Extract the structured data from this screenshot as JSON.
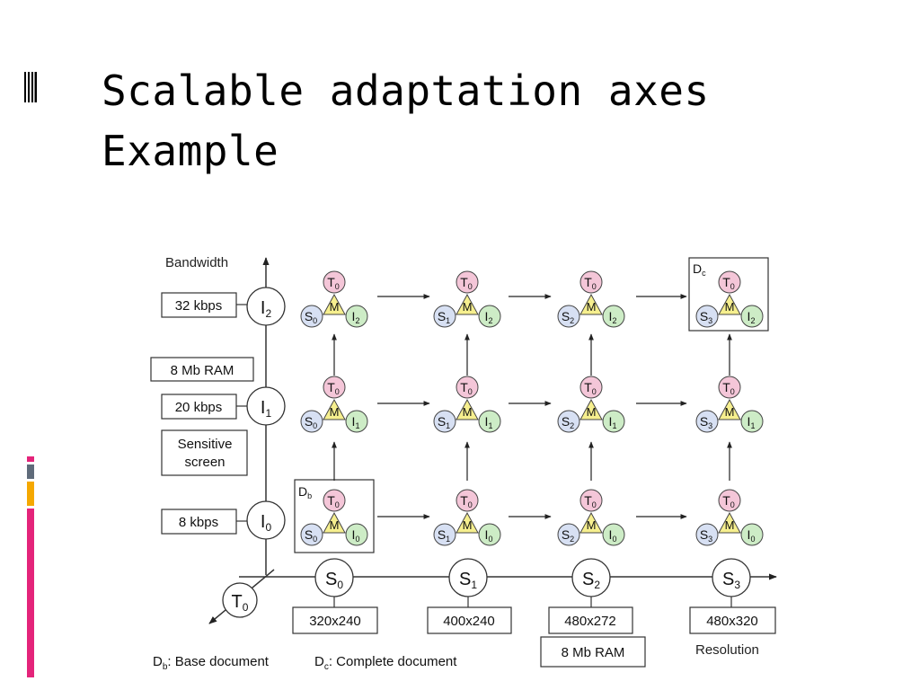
{
  "slide": {
    "title_line1": "Scalable adaptation axes",
    "title_line2": "Example"
  },
  "colors": {
    "accent_pink": "#e4247a",
    "accent_gray": "#5f6b7a",
    "accent_orange": "#f5a800",
    "node_T": "#f4c6d8",
    "node_S": "#d7e0f3",
    "node_I": "#cdecc6",
    "node_M": "#f6ef8e"
  },
  "diagram": {
    "bandwidth_axis_label": "Bandwidth",
    "resolution_axis_label": "Resolution",
    "t_axis_node": "T0",
    "s_nodes": [
      "S0",
      "S1",
      "S2",
      "S3"
    ],
    "i_nodes": [
      "I0",
      "I1",
      "I2"
    ],
    "i_labels": {
      "I0": [
        "8 kbps"
      ],
      "I1": [
        "8 Mb RAM",
        "20 kbps",
        "Sensitive screen"
      ],
      "I2": [
        "32 kbps"
      ]
    },
    "s_labels": {
      "S0": [
        "320x240"
      ],
      "S1": [
        "400x240"
      ],
      "S2": [
        "480x272",
        "8 Mb RAM"
      ],
      "S3": [
        "480x320"
      ]
    },
    "cluster_node_labels": [
      "T0",
      "M",
      "S",
      "I"
    ],
    "base_document_tag": "Db",
    "complete_document_tag": "Dc",
    "legend": {
      "base": "Db: Base document",
      "complete": "Dc: Complete document"
    }
  }
}
